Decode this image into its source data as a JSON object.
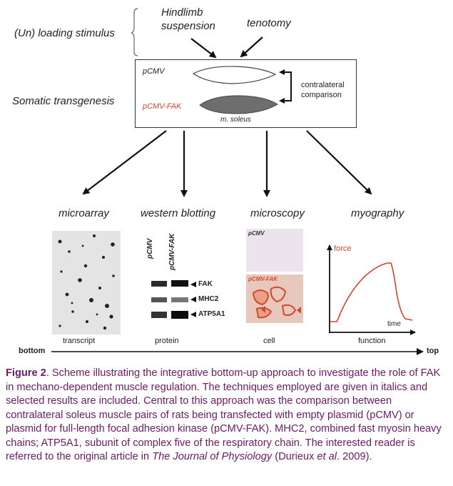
{
  "stimulus": {
    "label": "(Un) loading stimulus",
    "hindlimb": [
      "Hindlimb",
      "suspension"
    ],
    "tenotomy": "tenotomy"
  },
  "transgenesis": {
    "label": "Somatic transgenesis",
    "pcmv": "pCMV",
    "pcmv_fak": "pCMV-FAK",
    "muscle": "m. soleus",
    "comparison": [
      "contralateral",
      "comparison"
    ]
  },
  "methods": {
    "microarray": "microarray",
    "western": "western blotting",
    "microscopy": "microscopy",
    "myography": "myography"
  },
  "western_panel": {
    "lane1": "pCMV",
    "lane2": "pCMV-FAK",
    "bands": [
      "FAK",
      "MHC2",
      "ATP5A1"
    ]
  },
  "microscopy_panel": {
    "top_label": "pCMV",
    "bottom_label": "pCMV-FAK"
  },
  "myography_panel": {
    "y_label": "force",
    "x_label": "time"
  },
  "levels": {
    "transcript": "transcript",
    "protein": "protein",
    "cell": "cell",
    "function": "function"
  },
  "axis": {
    "left": "bottom",
    "right": "top"
  },
  "caption": {
    "figure": "Figure 2",
    "text": ". Scheme illustrating the integrative bottom-up approach to investigate the role of FAK in mechano-dependent muscle regulation. The techniques employed are given in italics and selected results are included. Central to this approach was the comparison between contralateral soleus muscle pairs of rats being transfected with empty plasmid (pCMV) or plasmid for full-length focal adhesion kinase (pCMV-FAK). MHC2, combined fast myosin heavy chains; ATP5A1, subunit of complex five of the respiratory chain. The interested reader is referred to the original article in ",
    "journal": "The Journal of Physiology",
    "ref_open": " (Durieux ",
    "etal": "et al",
    "ref_close": ". 2009)."
  },
  "colors": {
    "red": "#e0452b",
    "caption": "#6b1a66",
    "muscle_dark": "#6e6e6e"
  }
}
